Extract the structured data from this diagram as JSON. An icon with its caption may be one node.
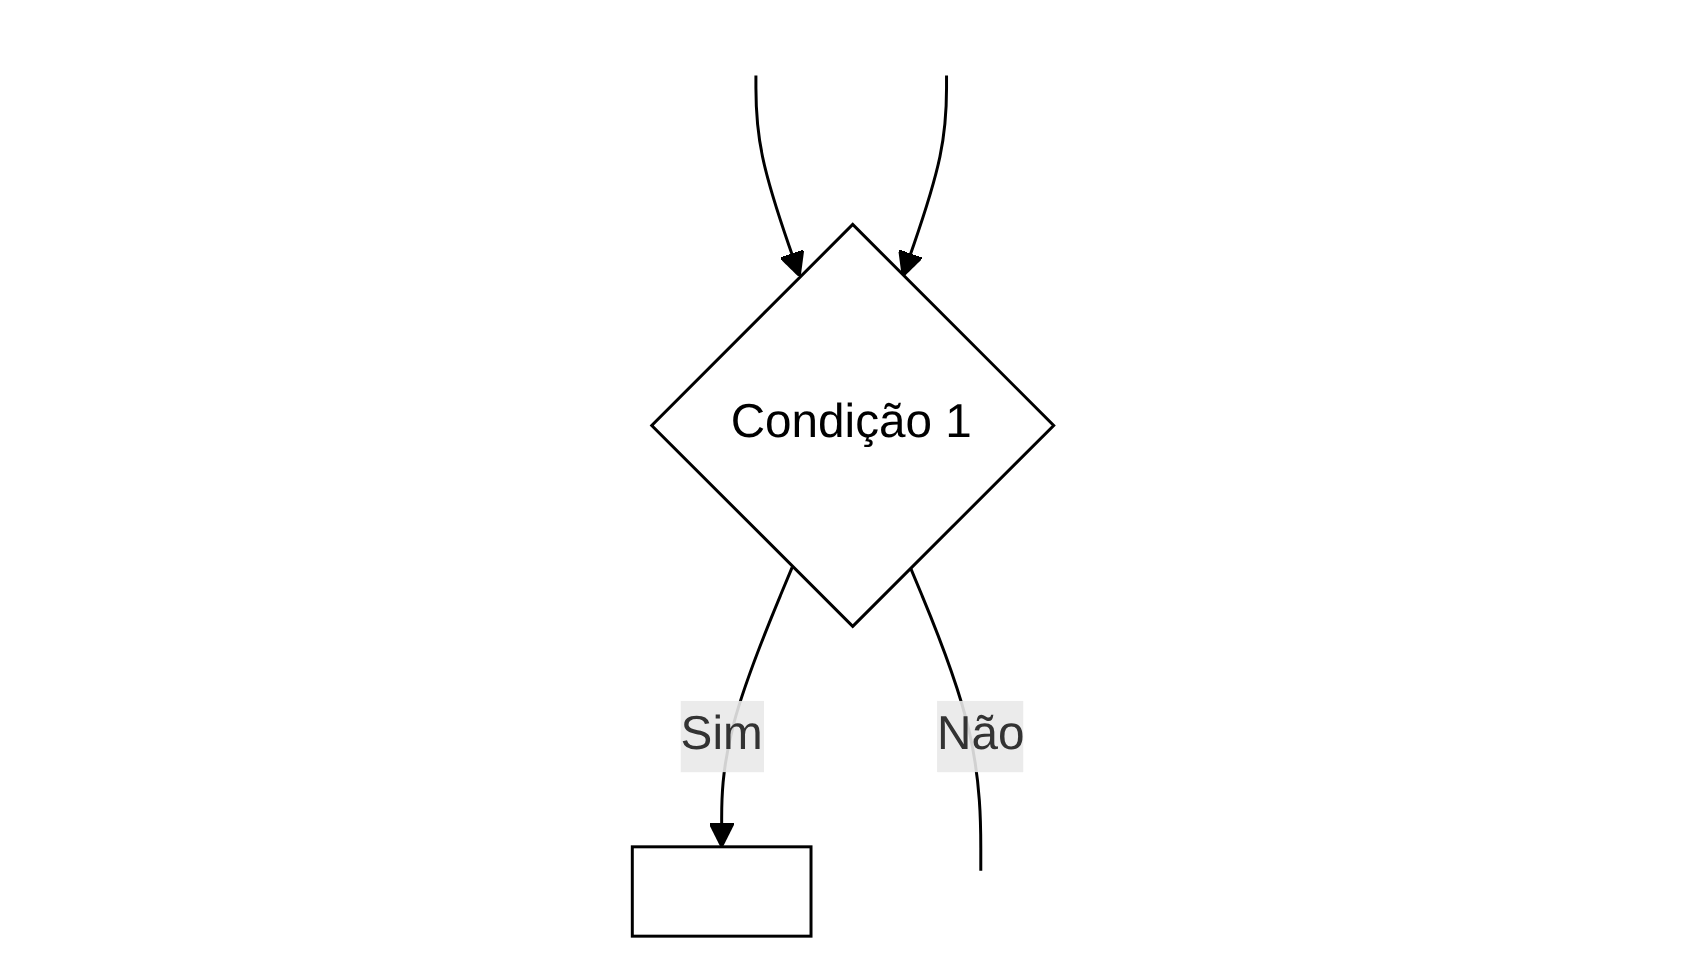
{
  "diagram": {
    "nodes": [
      {
        "text": [
          "Condição 1"
        ]
      },
      {
        "text": [],
        "shape": "box"
      }
    ],
    "edges": [
      {
        "from": null,
        "to": 0,
        "arrow": "to"
      },
      {
        "from": 0,
        "to": 1,
        "label": "Sim",
        "arrow": "to"
      },
      {
        "from": 0,
        "to": null,
        "label": "Não",
        "arrow": "none"
      },
      {
        "from": null,
        "to": 0,
        "arrow": "to"
      }
    ]
  }
}
